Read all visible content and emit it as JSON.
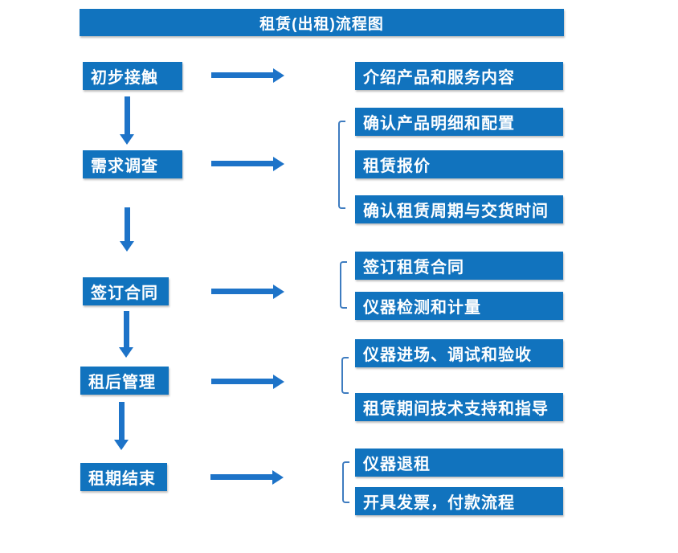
{
  "title": "租赁(出租)流程图",
  "colors": {
    "box": "#1173BE",
    "arrow": "#1D73C8",
    "bracket": "#3E7CC0",
    "text": "#FFFFFF",
    "background": "#FFFFFF"
  },
  "steps": [
    {
      "label": "初步接触"
    },
    {
      "label": "需求调查"
    },
    {
      "label": "签订合同"
    },
    {
      "label": "租后管理"
    },
    {
      "label": "租期结束"
    }
  ],
  "details": [
    {
      "label": "介绍产品和服务内容"
    },
    {
      "label": "确认产品明细和配置"
    },
    {
      "label": "租赁报价"
    },
    {
      "label": "确认租赁周期与交货时间"
    },
    {
      "label": "签订租赁合同"
    },
    {
      "label": "仪器检测和计量"
    },
    {
      "label": "仪器进场、调试和验收"
    },
    {
      "label": "租赁期间技术支持和指导"
    },
    {
      "label": "仪器退租"
    },
    {
      "label": "开具发票，付款流程"
    }
  ]
}
